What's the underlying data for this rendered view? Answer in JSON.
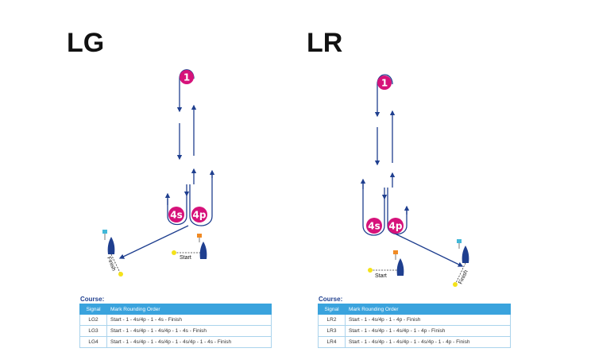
{
  "lg": {
    "title": "LG",
    "marks": {
      "m1": "1",
      "m4s": "4s",
      "m4p": "4p"
    },
    "start_label": "Start",
    "finish_label": "Finish",
    "course_heading": "Course:",
    "table": {
      "headers": [
        "Signal",
        "Mark Rounding Order"
      ],
      "rows": [
        [
          "LG2",
          "Start - 1 - 4s/4p - 1 - 4s - Finish"
        ],
        [
          "LG3",
          "Start - 1 - 4s/4p - 1 - 4s/4p - 1 - 4s - Finish"
        ],
        [
          "LG4",
          "Start - 1 - 4s/4p - 1 - 4s/4p - 1 - 4s/4p - 1 - 4s - Finish"
        ]
      ]
    }
  },
  "lr": {
    "title": "LR",
    "marks": {
      "m1": "1",
      "m4s": "4s",
      "m4p": "4p"
    },
    "start_label": "Start",
    "finish_label": "Finish",
    "course_heading": "Course:",
    "table": {
      "headers": [
        "Signal",
        "Mark Rounding Order"
      ],
      "rows": [
        [
          "LR2",
          "Start - 1 - 4s/4p - 1 - 4p - Finish"
        ],
        [
          "LR3",
          "Start - 1 - 4s/4p - 1 - 4s/4p - 1 - 4p - Finish"
        ],
        [
          "LR4",
          "Start - 1 - 4s/4p - 1 - 4s/4p - 1 - 4s/4p - 1 - 4p - Finish"
        ]
      ]
    }
  },
  "colors": {
    "mark": "#d6127a",
    "route": "#1f3f8f",
    "boat": "#1f3f8f",
    "start_flag": "#f08a24",
    "finish_flag": "#42b8d8",
    "buoy": "#f4e21a",
    "table_header": "#3aa3dd"
  }
}
